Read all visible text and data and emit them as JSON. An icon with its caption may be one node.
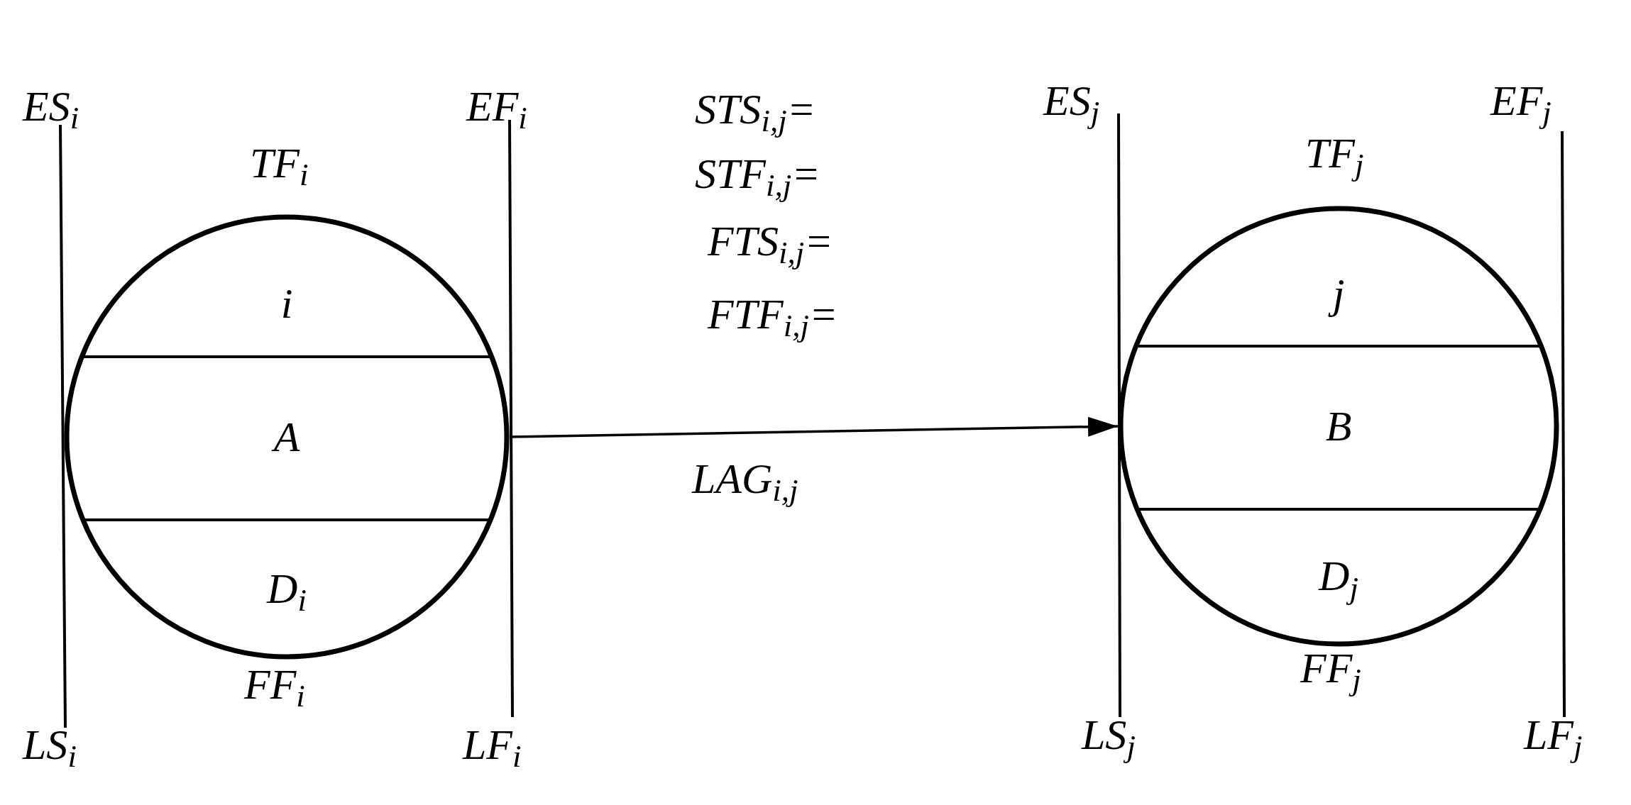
{
  "diagram": {
    "nodes": [
      {
        "text": [
          "i",
          "A",
          "D$_{i}$"
        ],
        "beside": [
          "TF$_{i}$",
          "FF$_{i}$"
        ]
      },
      {
        "text": [
          "j",
          "B",
          "D$_{j}$"
        ],
        "beside": [
          "TF$_{j}$",
          "FF$_{j}$"
        ]
      }
    ],
    "edges": [
      {
        "from": 0,
        "to": 1,
        "arrow": "to"
      }
    ],
    "labels": [
      "ES$_{i}$",
      "EF$_{i}$",
      "STS$_{i,j}$=",
      "ES$_{j}$",
      "EF$_{j}$",
      "STF$_{i,j}$=",
      "FTS$_{i,j}$=",
      "FTF$_{i,j}$=",
      "LAG$_{i,j}$",
      "LS$_{i}$",
      "LF$_{i}$",
      "LS$_{j}$",
      "LF$_{j}$"
    ]
  }
}
